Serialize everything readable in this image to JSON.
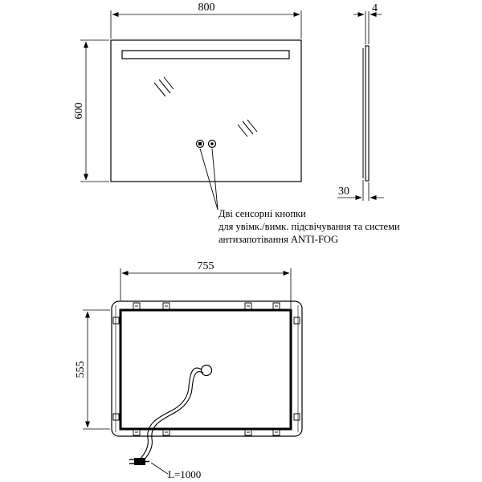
{
  "front_view": {
    "width_label": "800",
    "height_label": "600"
  },
  "side_view": {
    "thickness_label": "4",
    "depth_label": "30"
  },
  "note": {
    "line1": "Дві сенсорні кнопки",
    "line2": "для увімк./вимк. підсвічування та системи",
    "line3": "антизапотівання ANTI-FOG"
  },
  "back_view": {
    "width_label": "755",
    "height_label": "555",
    "cable_label": "L=1000"
  }
}
